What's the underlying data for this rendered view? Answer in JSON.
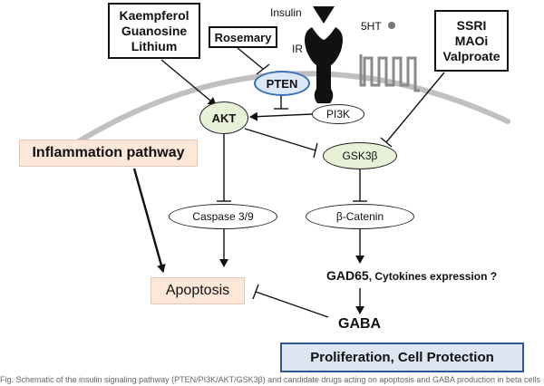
{
  "drugs_left": [
    "Kaempferol",
    "Guanosine",
    "Lithium"
  ],
  "rosemary": "Rosemary",
  "drugs_right": [
    "SSRI",
    "MAOi",
    "Valproate"
  ],
  "insulin": "Insulin",
  "ir": "IR",
  "serotonin": "5HT",
  "pten": "PTEN",
  "pi3k": "PI3K",
  "akt": "AKT",
  "gsk3b": "GSK3β",
  "inflammation": "Inflammation pathway",
  "caspase": "Caspase 3/9",
  "catenin": "β-Catenin",
  "apoptosis": "Apoptosis",
  "gad65": "GAD65",
  "cytokines": ", Cytokines expression ?",
  "gaba": "GABA",
  "proliferation": "Proliferation, Cell Protection",
  "caption": "Fig. Schematic of the insulin signaling pathway (PTEN/PI3K/AKT/GSK3β) and candidate drugs acting on apoptosis and GABA production in beta cells",
  "colors": {
    "membrane": "#c0c0c0",
    "node_fill": "#e8f0d8",
    "pten_fill": "#dce8f7",
    "pten_border": "#3b6fb6",
    "peach": "#fde7d8",
    "prolif_fill": "#dce6f2",
    "prolif_border": "#2f5597"
  },
  "icons": [
    "insulin-ligand-icon",
    "insulin-receptor-icon",
    "serotonin-icon",
    "serotonin-receptor-icon"
  ]
}
